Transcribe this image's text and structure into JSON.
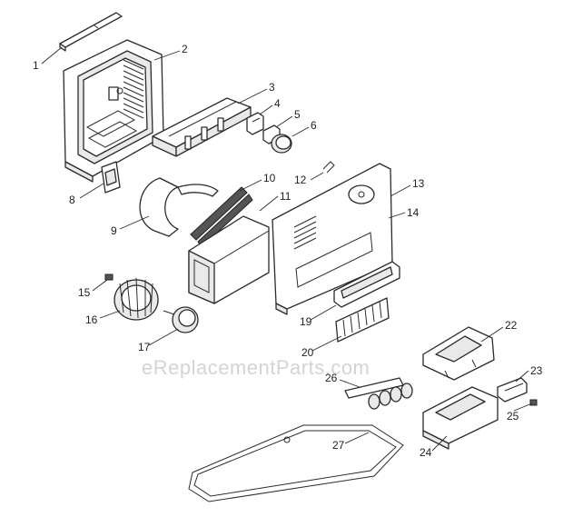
{
  "watermark": "eReplacementParts.com",
  "callouts": [
    "1",
    "2",
    "3",
    "4",
    "5",
    "6",
    "8",
    "9",
    "10",
    "11",
    "12",
    "13",
    "14",
    "15",
    "16",
    "17",
    "19",
    "20",
    "22",
    "23",
    "24",
    "25",
    "26",
    "27"
  ]
}
